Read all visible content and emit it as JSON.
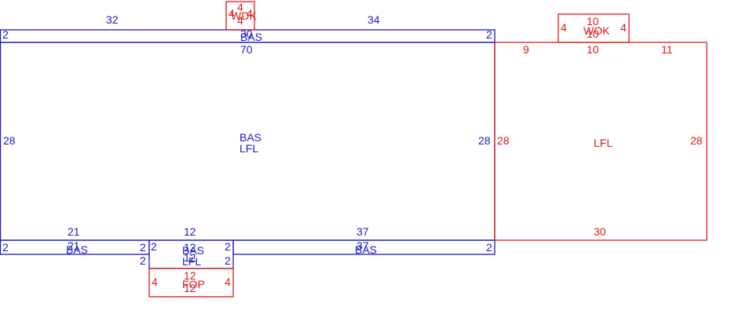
{
  "colors": {
    "blue": "#1a1ac8",
    "red": "#e01818"
  },
  "shapes": {
    "main_bas": {
      "label": "BAS"
    },
    "main_lfl": {
      "label": "LFL"
    }
  },
  "dims": {
    "top_left_32": "32",
    "top_right_34": "34",
    "top_strip_left_2": "2",
    "top_strip_right_2": "2",
    "top_strip_30": "30",
    "top_strip_bas": "BAS",
    "top_70": "70",
    "main_left_28": "28",
    "main_right_28": "28",
    "wdk_top_4": "4",
    "wdk_left_4": "4",
    "wdk_right_4": "4",
    "wdk_label": "WDK",
    "wdk_bottom_4": "4",
    "left_strip_21": "21",
    "left_strip_bottom": "21",
    "left_strip_bas": "BAS",
    "left_strip_left_2": "2",
    "left_strip_right_2": "2",
    "right_strip_37": "37",
    "right_strip_bottom": "37",
    "right_strip_bas": "BAS",
    "right_strip_right_2": "2",
    "mid_12_top": "12",
    "mid_12_a": "12",
    "mid_12_b": "12",
    "mid_bas": "BAS",
    "mid_lfl": "LFL",
    "mid_left_2a": "2",
    "mid_left_2b": "2",
    "mid_right_2a": "2",
    "mid_right_2b": "2",
    "fop_12_top": "12",
    "fop_label": "FOP",
    "fop_12_bottom": "12",
    "fop_left_4": "4",
    "fop_right_4": "4",
    "lfl_right_label": "LFL",
    "lfl_left_28": "28",
    "lfl_right_28": "28",
    "lfl_30": "30",
    "lfl_9": "9",
    "lfl_10": "10",
    "lfl_11": "11",
    "wok_10_top": "10",
    "wok_label": "WOK",
    "wok_10_bottom": "10",
    "wok_left_4": "4",
    "wok_right_4": "4"
  }
}
